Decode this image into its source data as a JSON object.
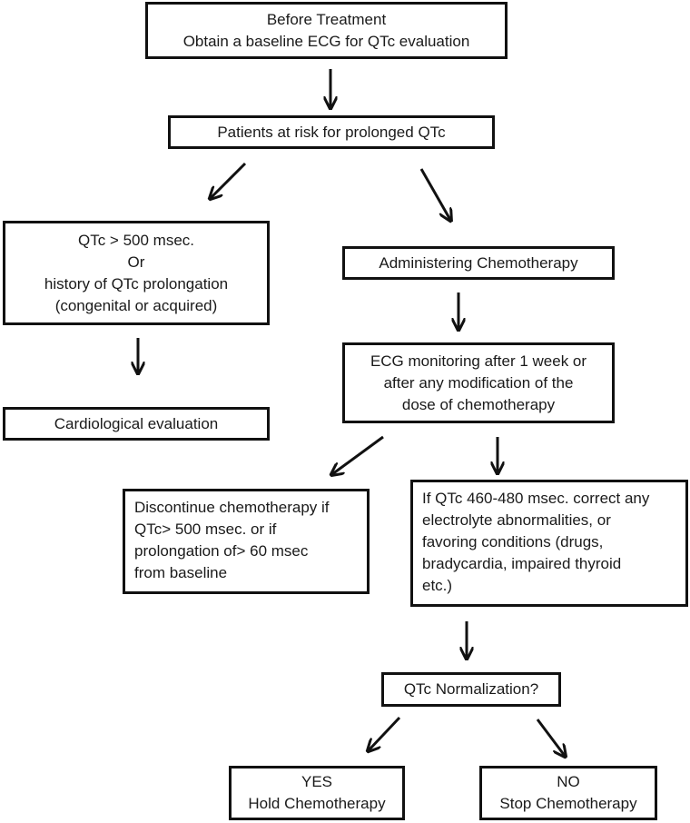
{
  "boxes": {
    "before_treatment": [
      "Before Treatment",
      "Obtain a  baseline ECG  for QTc  evaluation"
    ],
    "patients_at_risk": [
      "Patients at risk for prolonged QTc"
    ],
    "qtc_over_500": [
      "QTc > 500 msec.",
      "Or",
      "history of QTc prolongation",
      "(congenital or acquired)"
    ],
    "cardiological_evaluation": [
      "Cardiological evaluation"
    ],
    "administering_chemotherapy": [
      "Administering Chemotherapy"
    ],
    "ecg_monitoring": [
      "ECG monitoring after 1 week or",
      "after any modification of the",
      "dose of chemotherapy"
    ],
    "discontinue": [
      "Discontinue chemotherapy if",
      "QTc> 500 msec. or if",
      "prolongation of> 60 msec",
      "from baseline"
    ],
    "qtc_460_480": [
      "If QTc 460-480 msec. correct any",
      "electrolyte abnormalities, or",
      "favoring conditions (drugs,",
      "bradycardia, impaired thyroid",
      "etc.)"
    ],
    "qtc_normalization": [
      "QTc Normalization?"
    ],
    "yes_hold": [
      "YES",
      "Hold Chemotherapy"
    ],
    "no_stop": [
      "NO",
      "Stop Chemotherapy"
    ]
  }
}
